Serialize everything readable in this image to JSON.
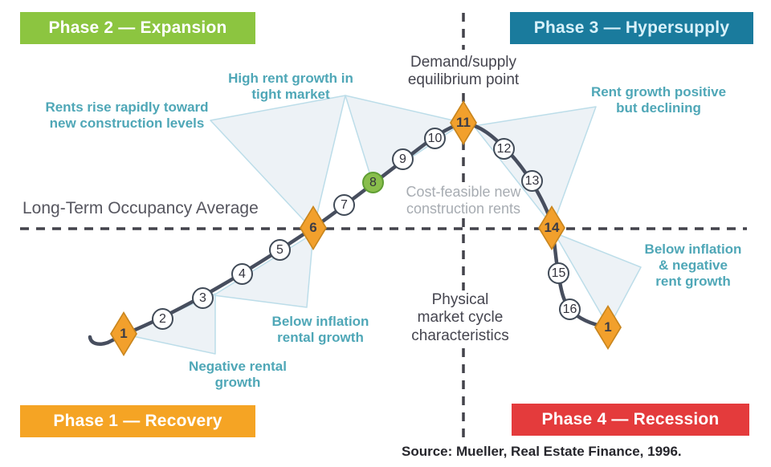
{
  "banners": {
    "phase2": {
      "label": "Phase 2 — Expansion",
      "color": "#8CC540"
    },
    "phase3": {
      "label": "Phase 3 — Hypersupply",
      "color": "#1A7B9D",
      "text_color": "#D8F1FA"
    },
    "phase1": {
      "label": "Phase 1 — Recovery",
      "color": "#F5A424"
    },
    "phase4": {
      "label": "Phase 4 — Recession",
      "color": "#E43B3C"
    }
  },
  "annotations": {
    "rents_rise": "Rents rise rapidly toward\nnew construction levels",
    "high_rent": "High rent growth in\ntight market",
    "demand_supply": "Demand/supply\nequilibrium point",
    "rent_growth_declining": "Rent growth positive\nbut declining",
    "cost_feasible": "Cost-feasible new\nconstruction rents",
    "below_inflation_negative": "Below inflation\n& negative\nrent growth",
    "below_inflation_rental": "Below inflation\nrental growth",
    "negative_rental": "Negative rental\ngrowth",
    "physical": "Physical\nmarket cycle\ncharacteristics",
    "long_term_occupancy": "Long-Term Occupancy Average"
  },
  "points": [
    {
      "label": "1",
      "type": "diamond"
    },
    {
      "label": "2",
      "type": "circle"
    },
    {
      "label": "3",
      "type": "circle"
    },
    {
      "label": "4",
      "type": "circle"
    },
    {
      "label": "5",
      "type": "circle"
    },
    {
      "label": "6",
      "type": "diamond"
    },
    {
      "label": "7",
      "type": "circle"
    },
    {
      "label": "8",
      "type": "circle-green"
    },
    {
      "label": "9",
      "type": "circle"
    },
    {
      "label": "10",
      "type": "circle"
    },
    {
      "label": "11",
      "type": "diamond"
    },
    {
      "label": "12",
      "type": "circle"
    },
    {
      "label": "13",
      "type": "circle"
    },
    {
      "label": "14",
      "type": "diamond"
    },
    {
      "label": "15",
      "type": "circle"
    },
    {
      "label": "16",
      "type": "circle"
    },
    {
      "label": "1",
      "type": "diamond"
    }
  ],
  "source": "Source: Mueller, Real Estate Finance, 1996.",
  "colors": {
    "curve": "#474E5E",
    "dashed_line": "#43434B",
    "wedge_fill": "rgba(223,232,239,0.55)",
    "wedge_stroke": "#BCDDE9",
    "teal_text": "#4FA7B7"
  }
}
